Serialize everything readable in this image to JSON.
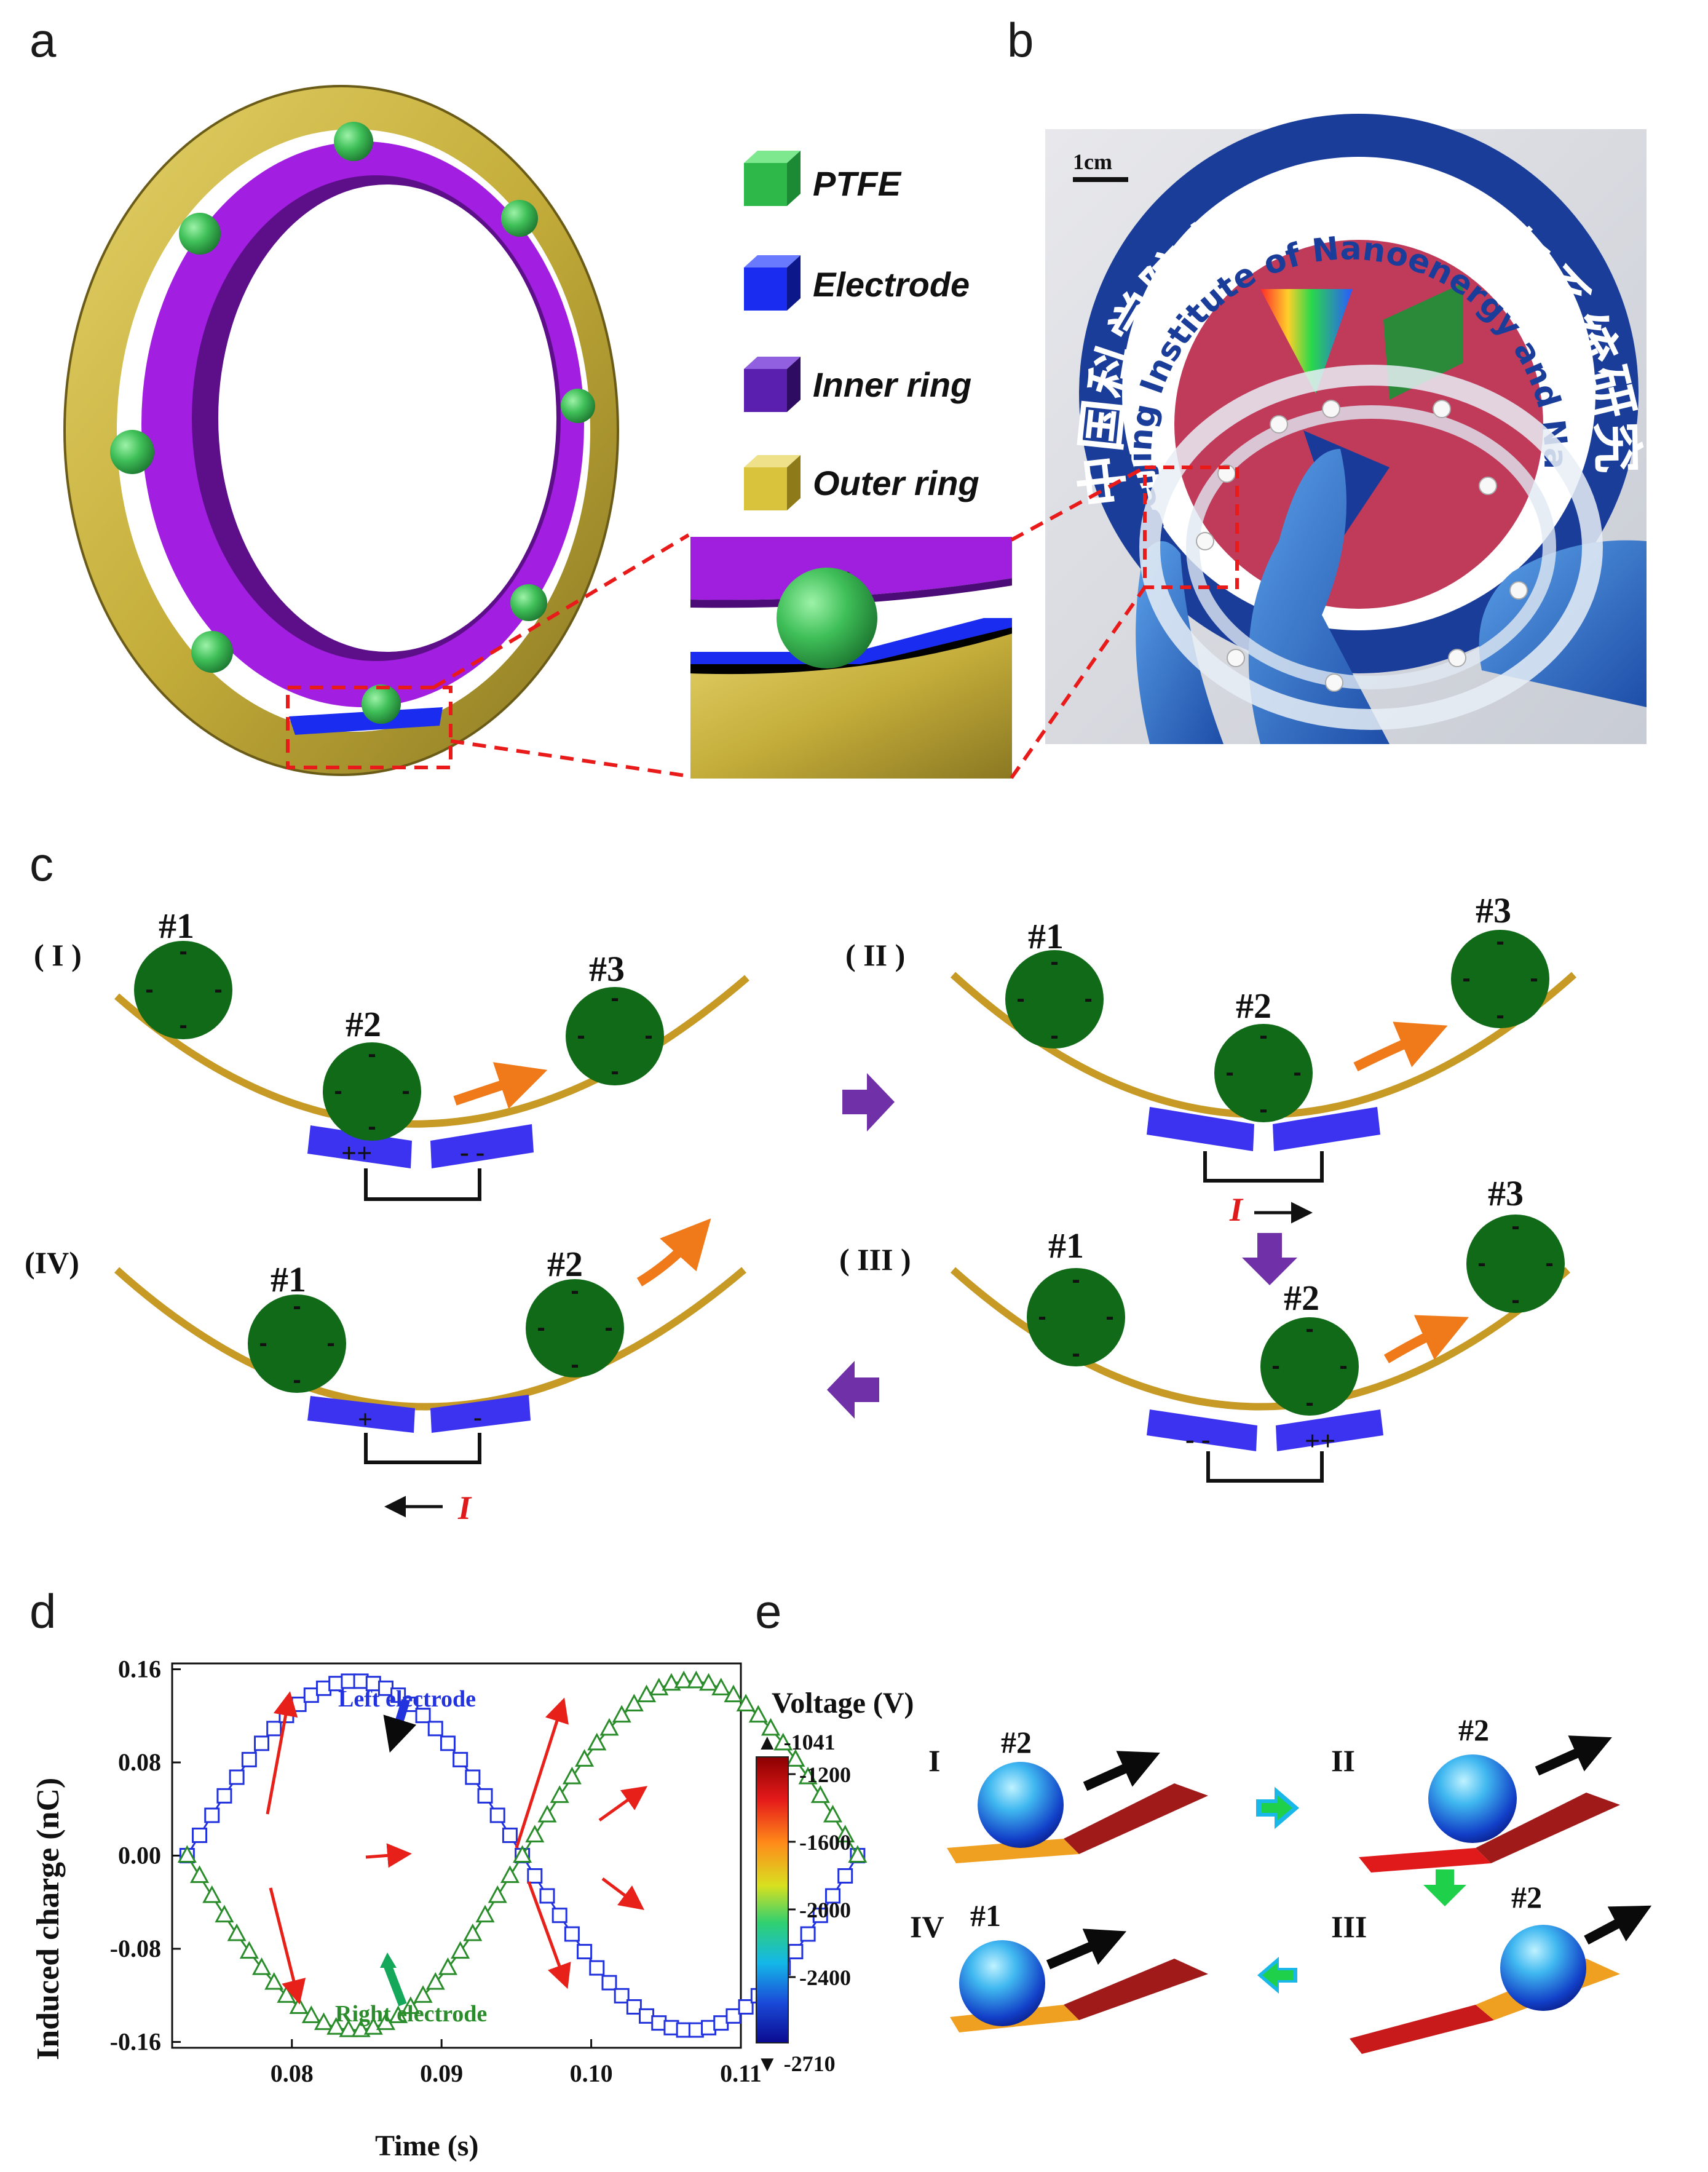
{
  "panel_labels": {
    "a": "a",
    "b": "b",
    "c": "c",
    "d": "d",
    "e": "e"
  },
  "panel_a": {
    "legend": [
      {
        "label": "PTFE",
        "color": "#2fb84a"
      },
      {
        "label": "Electrode",
        "color": "#1a2cf0"
      },
      {
        "label": "Inner ring",
        "color": "#5b1fb0"
      },
      {
        "label": "Outer ring",
        "color": "#d9c23c"
      }
    ]
  },
  "panel_b": {
    "scale_bar": "1cm",
    "logo_text_cn": "中国科学院北京纳米能源与系统研究所",
    "logo_text_en": "Beijing Institute of Nanoenergy and Nanosystems"
  },
  "panel_c": {
    "stages": [
      {
        "label": "( I )",
        "balls": [
          "#1",
          "#2",
          "#3"
        ],
        "left_charge": "++",
        "right_charge": "- -"
      },
      {
        "label": "( II )",
        "balls": [
          "#1",
          "#2",
          "#3"
        ],
        "current": "I"
      },
      {
        "label": "( III )",
        "balls": [
          "#1",
          "#2",
          "#3"
        ],
        "left_charge": "- -",
        "right_charge": "++"
      },
      {
        "label": "(IV)",
        "balls": [
          "#1",
          "#2"
        ],
        "left_charge": "+",
        "right_charge": "-",
        "current": "I"
      }
    ]
  },
  "chart_data": {
    "type": "scatter",
    "title": "",
    "xlabel": "Time (s)",
    "ylabel": "Induced charge (nC)",
    "xlim": [
      0.072,
      0.11
    ],
    "ylim": [
      -0.165,
      0.165
    ],
    "xticks": [
      "0.08",
      "0.09",
      "0.10",
      "0.11"
    ],
    "yticks": [
      "0.16",
      "0.08",
      "0.00",
      "-0.08",
      "-0.16"
    ],
    "series": [
      {
        "name": "Left electrode",
        "marker": "square",
        "color": "#2233dd",
        "amplitude": 0.15,
        "period": 0.0448,
        "t0": 0.073,
        "n_points": 55
      },
      {
        "name": "Right electrode",
        "marker": "triangle",
        "color": "#2a8c2a",
        "amplitude": -0.15,
        "period": 0.0448,
        "t0": 0.073,
        "n_points": 55
      }
    ]
  },
  "panel_e": {
    "colorbar_title": "Voltage (V)",
    "colorbar_max": "▲ -1041",
    "colorbar_min": "▼ -2710",
    "colorbar_ticks": [
      "-1200",
      "-1600",
      "-2000",
      "-2400"
    ],
    "stages": [
      {
        "roman": "I",
        "ball": "#2"
      },
      {
        "roman": "II",
        "ball": "#2"
      },
      {
        "roman": "III",
        "ball": "#2"
      },
      {
        "roman": "IV",
        "ball": "#1"
      }
    ]
  }
}
